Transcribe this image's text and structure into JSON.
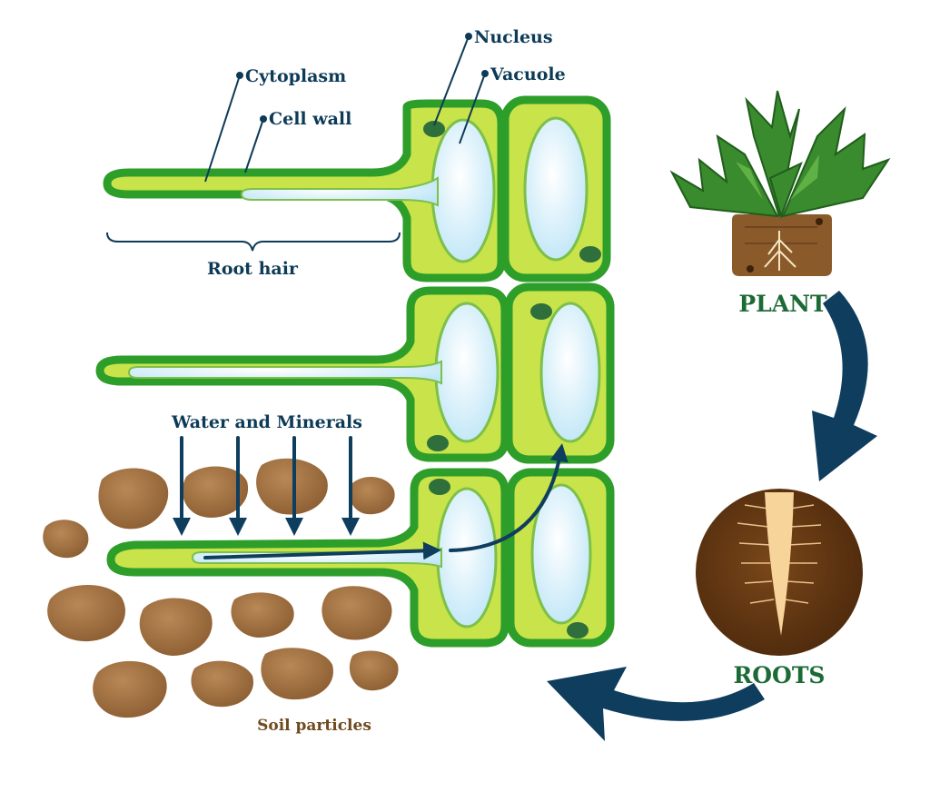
{
  "labels": {
    "nucleus": "Nucleus",
    "vacuole": "Vacuole",
    "cytoplasm": "Cytoplasm",
    "cell_wall": "Cell wall",
    "root_hair": "Root hair",
    "water_minerals": "Water and Minerals",
    "soil_particles": "Soil particles",
    "plant": "PLANT",
    "roots": "ROOTS"
  },
  "colors": {
    "label_navy": "#0d3b57",
    "label_green": "#1c6b36",
    "soil_label": "#6e4a1e",
    "wall_green": "#2e9e2a",
    "cytoplasm_green": "#c9e34a",
    "vacuole_blue": "#d9f0fb",
    "nucleus_green": "#2f6f3c",
    "soil_brown": "#a9794a",
    "arrow_navy": "#0e3d5e",
    "root_dark": "#5a3212",
    "root_light": "#f7d49a",
    "leaf_green": "#3a8a2e"
  }
}
